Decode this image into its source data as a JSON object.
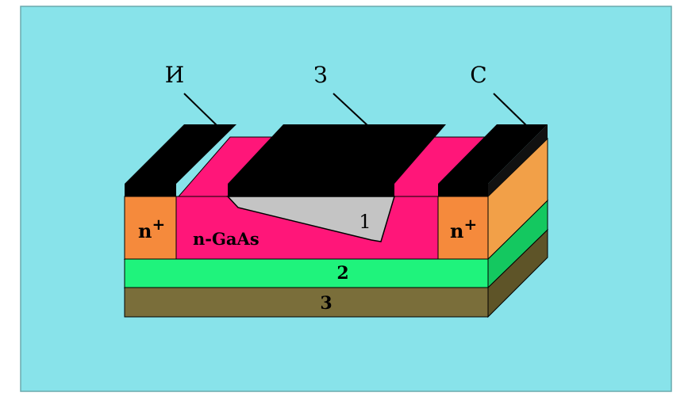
{
  "terminals": {
    "source": "И",
    "gate": "З",
    "drain": "С"
  },
  "regions": {
    "depletion": "1",
    "left_contact": "n",
    "right_contact": "n",
    "superscript": "+",
    "channel": "n-GaAs",
    "buffer": "2",
    "substrate": "3"
  },
  "colors": {
    "background": "#88e3ea",
    "metal": "#000000",
    "channel": "#ff1679",
    "contact": "#f58a3c",
    "buffer": "#1ff37c",
    "substrate": "#7a6e3a",
    "depletion": "#c4c4c4"
  }
}
